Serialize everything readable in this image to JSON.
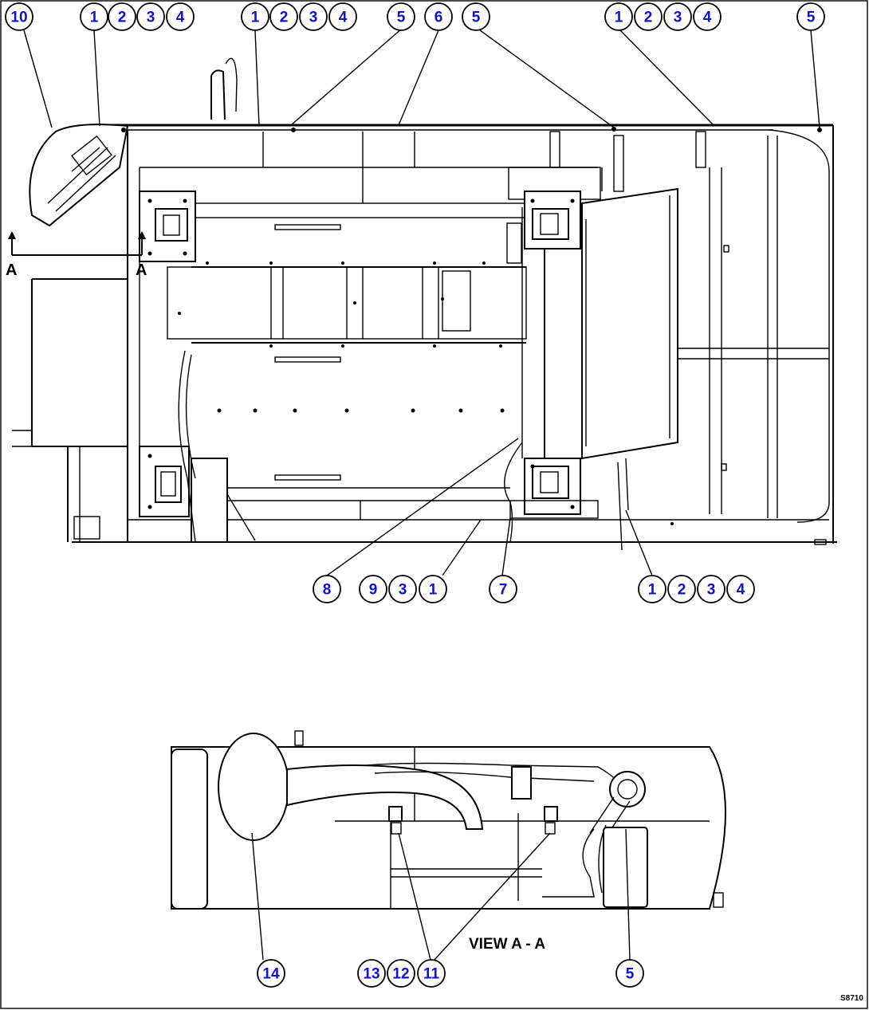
{
  "bubbles": {
    "top_10": "10",
    "top_g1": [
      "1",
      "2",
      "3",
      "4"
    ],
    "top_g2": [
      "1",
      "2",
      "3",
      "4"
    ],
    "top_5a": "5",
    "top_6": "6",
    "top_5b": "5",
    "top_g3": [
      "1",
      "2",
      "3",
      "4"
    ],
    "top_5c": "5",
    "mid_8": "8",
    "mid_g931": [
      "9",
      "3",
      "1"
    ],
    "mid_7": "7",
    "mid_g1234": [
      "1",
      "2",
      "3",
      "4"
    ],
    "bot_14": "14",
    "bot_g": [
      "13",
      "12",
      "11"
    ],
    "bot_5": "5"
  },
  "section_marks": {
    "left": "A",
    "right": "A"
  },
  "view_label": "VIEW A - A",
  "drawing_code": "S8710",
  "colors": {
    "callout_text": "#1010d0",
    "line": "#000000",
    "background": "#ffffff"
  }
}
